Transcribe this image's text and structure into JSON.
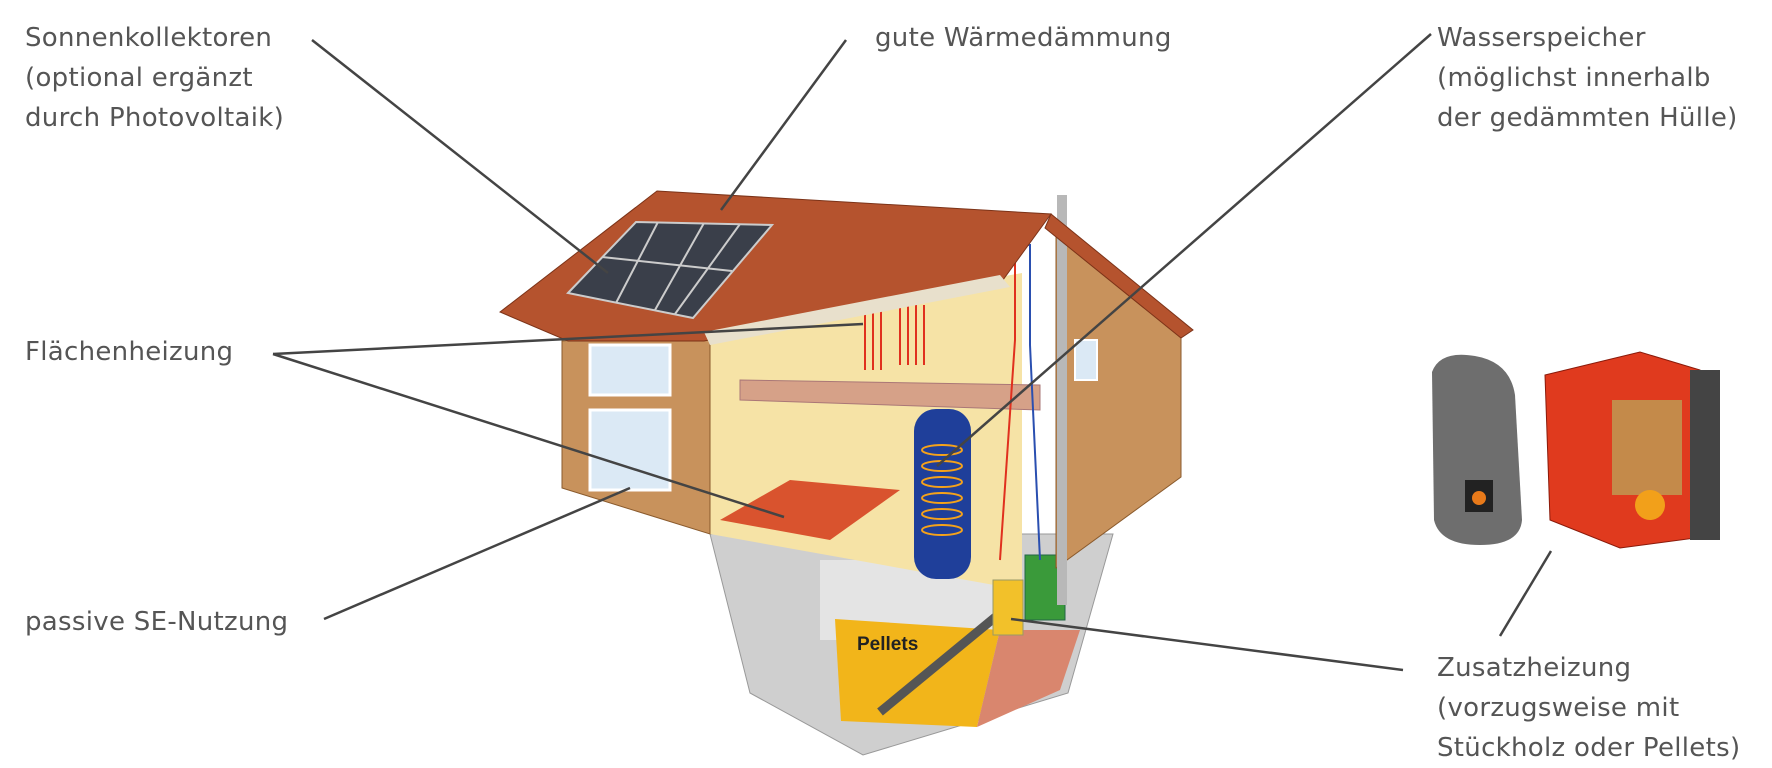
{
  "labels": {
    "solar": [
      "Sonnenkollektoren",
      "(optional ergänzt",
      "durch Photovoltaik)"
    ],
    "insulation": [
      "gute Wärmedämmung"
    ],
    "storage": [
      "Wasserspeicher",
      "(möglichst innerhalb",
      "der gedämmten Hülle)"
    ],
    "surface_heating": [
      "Flächenheizung"
    ],
    "passive_solar": [
      "passive SE-Nutzung"
    ],
    "auxiliary_heating": [
      "Zusatzheizung",
      "(vorzugsweise mit",
      "Stückholz oder Pellets)"
    ]
  },
  "illustration": {
    "pellets_label": "Pellets"
  },
  "colors": {
    "text": "#555555",
    "leader_line": "#444444",
    "roof": "#b5532e",
    "wood": "#c8925c",
    "interior": "#f6e3a6",
    "basement": "#cfcfcf",
    "pellets": "#f2b51a",
    "tank": "#1f3f9a",
    "heating_pipe": "#e0301e"
  }
}
